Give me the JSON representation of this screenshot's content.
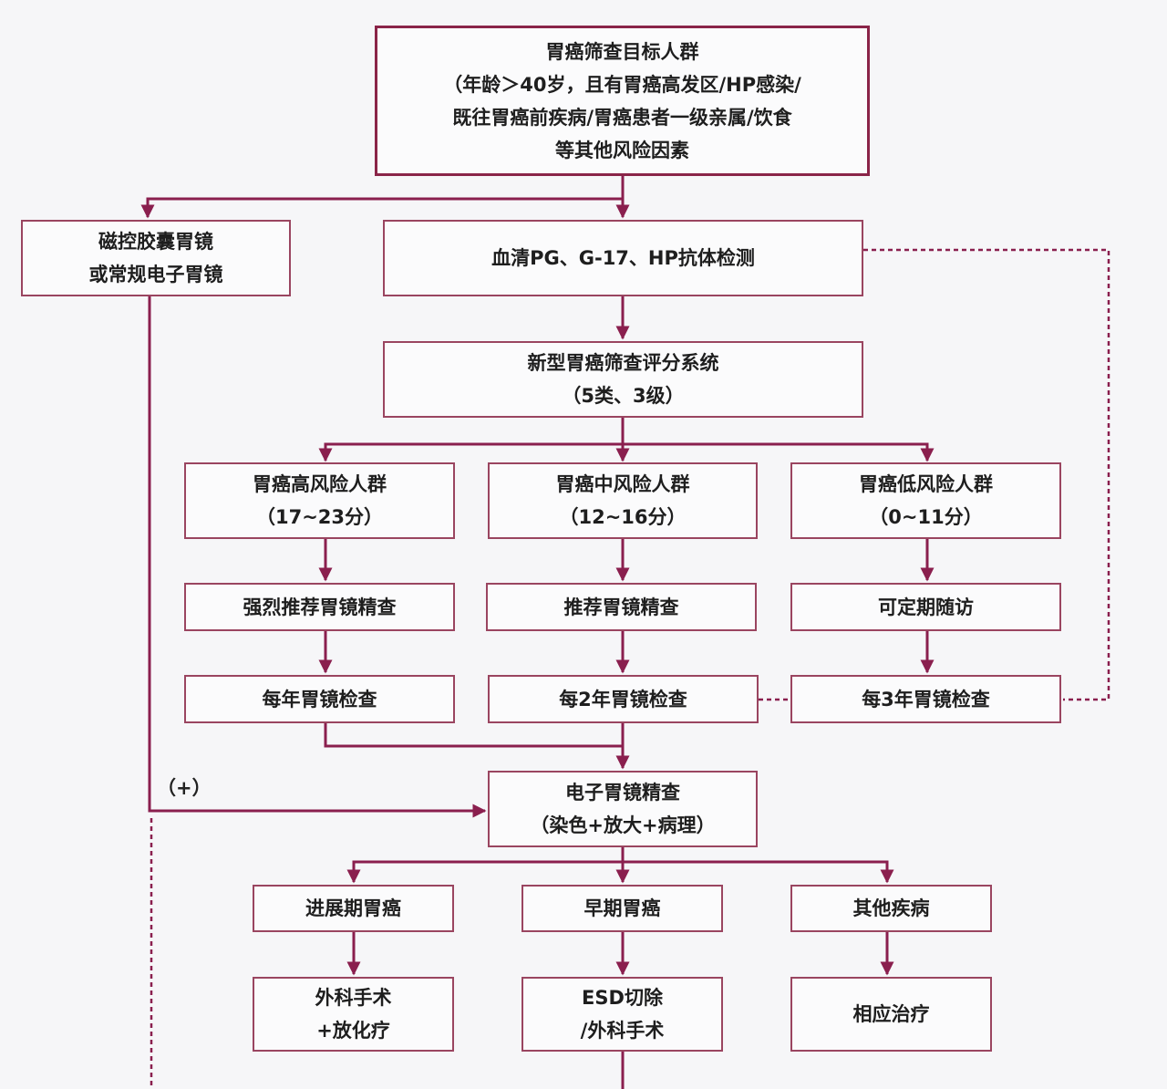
{
  "nodes": {
    "target": [
      "胃癌筛查目标人群",
      "（年龄＞40岁，且有胃癌高发区/HP感染/",
      "既往胃癌前疾病/胃癌患者一级亲属/饮食",
      "等其他风险因素"
    ],
    "capsule": [
      "磁控胶囊胃镜",
      "或常规电子胃镜"
    ],
    "serum": [
      "血清PG、G-17、HP抗体检测"
    ],
    "scoring": [
      "新型胃癌筛查评分系统",
      "（5类、3级）"
    ],
    "high_risk": [
      "胃癌高风险人群",
      "（17~23分）"
    ],
    "mid_risk": [
      "胃癌中风险人群",
      "（12~16分）"
    ],
    "low_risk": [
      "胃癌低风险人群",
      "（0~11分）"
    ],
    "high_rec": [
      "强烈推荐胃镜精查"
    ],
    "mid_rec": [
      "推荐胃镜精查"
    ],
    "low_rec": [
      "可定期随访"
    ],
    "high_follow": [
      "每年胃镜检查"
    ],
    "mid_follow": [
      "每2年胃镜检查"
    ],
    "low_follow": [
      "每3年胃镜检查"
    ],
    "endoscopy": [
      "电子胃镜精查",
      "（染色+放大+病理）"
    ],
    "advanced": [
      "进展期胃癌"
    ],
    "early": [
      "早期胃癌"
    ],
    "other": [
      "其他疾病"
    ],
    "surgery": [
      "外科手术",
      "+放化疗"
    ],
    "esd": [
      "ESD切除",
      "/外科手术"
    ],
    "treat": [
      "相应治疗"
    ]
  },
  "labels": {
    "positive": "（+）"
  },
  "colors": {
    "arrow": "#8a1f4e",
    "border": "#9a4560",
    "background": "#f6f6f8"
  }
}
